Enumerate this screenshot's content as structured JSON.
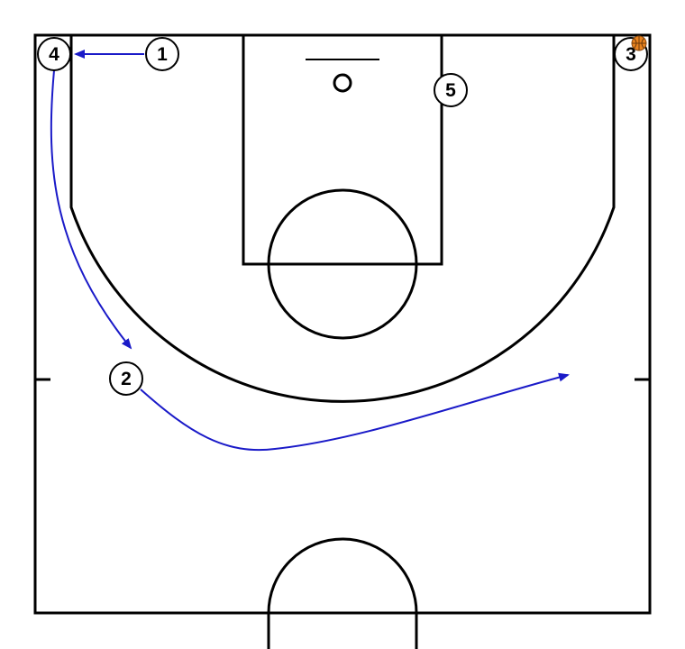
{
  "colors": {
    "court_line": "#000000",
    "movement": "#1a1ac8",
    "ball": "#e8821e",
    "player_fill": "#ffffff"
  },
  "players": [
    {
      "id": "p1",
      "label": "1",
      "has_ball": false
    },
    {
      "id": "p2",
      "label": "2",
      "has_ball": false
    },
    {
      "id": "p3",
      "label": "3",
      "has_ball": true
    },
    {
      "id": "p4",
      "label": "4",
      "has_ball": false
    },
    {
      "id": "p5",
      "label": "5",
      "has_ball": false
    }
  ],
  "movements": [
    {
      "id": "cut-1-to-4",
      "from": "1",
      "type": "cut"
    },
    {
      "id": "cut-4-to-wing",
      "from": "4",
      "type": "cut"
    },
    {
      "id": "cut-2-across",
      "from": "2",
      "type": "cut"
    }
  ],
  "icons": {
    "ball": "basketball-icon"
  }
}
